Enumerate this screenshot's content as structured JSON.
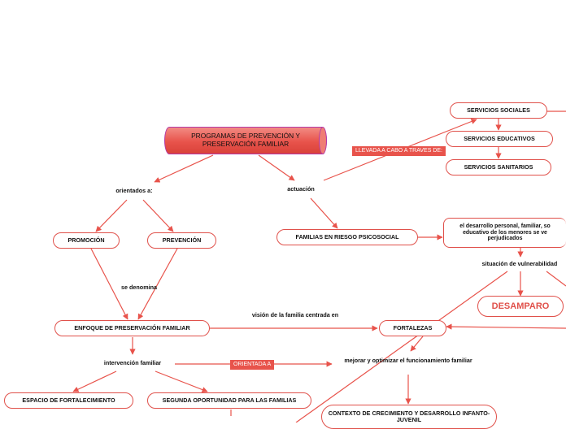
{
  "title": "PROGRAMAS DE PREVENCIÓN Y PRESERVACIÓN FAMILIAR",
  "labels": {
    "orientados": "orientados a:",
    "actuacion": "actuación",
    "se_denomina": "se denomina",
    "vision": "visión de la familia centrada en",
    "intervencion": "intervención familiar",
    "mejorar": "mejorar y optimizar el funcionamiento familiar",
    "situacion": "situación de vulnerabilidad"
  },
  "tags": {
    "llevada": "LLEVADA A CABO A TRAVES DE:",
    "orientada": "ORIENTADA A"
  },
  "nodes": {
    "promocion": "PROMOCIÓN",
    "prevencion": "PREVENCIÓN",
    "familias_riesgo": "FAMILIAS EN RIESGO PSICOSOCIAL",
    "servicios_sociales": "SERVICIOS SOCIALES",
    "servicios_educativos": "SERVICIOS EDUCATIVOS",
    "servicios_sanitarios": "SERVICIOS SANITARIOS",
    "desarrollo": "el desarrollo personal, familiar, so educativo de los menores se ve perjudicados",
    "desamparo": "DESAMPARO",
    "enfoque": "ENFOQUE DE PRESERVACIÓN FAMILIAR",
    "fortalezas": "FORTALEZAS",
    "espacio": "ESPACIO DE FORTALECIMIENTO",
    "segunda": "SEGUNDA OPORTUNIDAD PARA LAS FAMILIAS",
    "contexto": "CONTEXTO DE CRECIMIENTO Y DESARROLLO INFANTO-JUVENIL"
  },
  "colors": {
    "line": "#e8534b",
    "node_border": "#e0504a",
    "title_fill": "#e8534b",
    "title_border": "#b33aa8",
    "tag_fill": "#e8534b"
  }
}
